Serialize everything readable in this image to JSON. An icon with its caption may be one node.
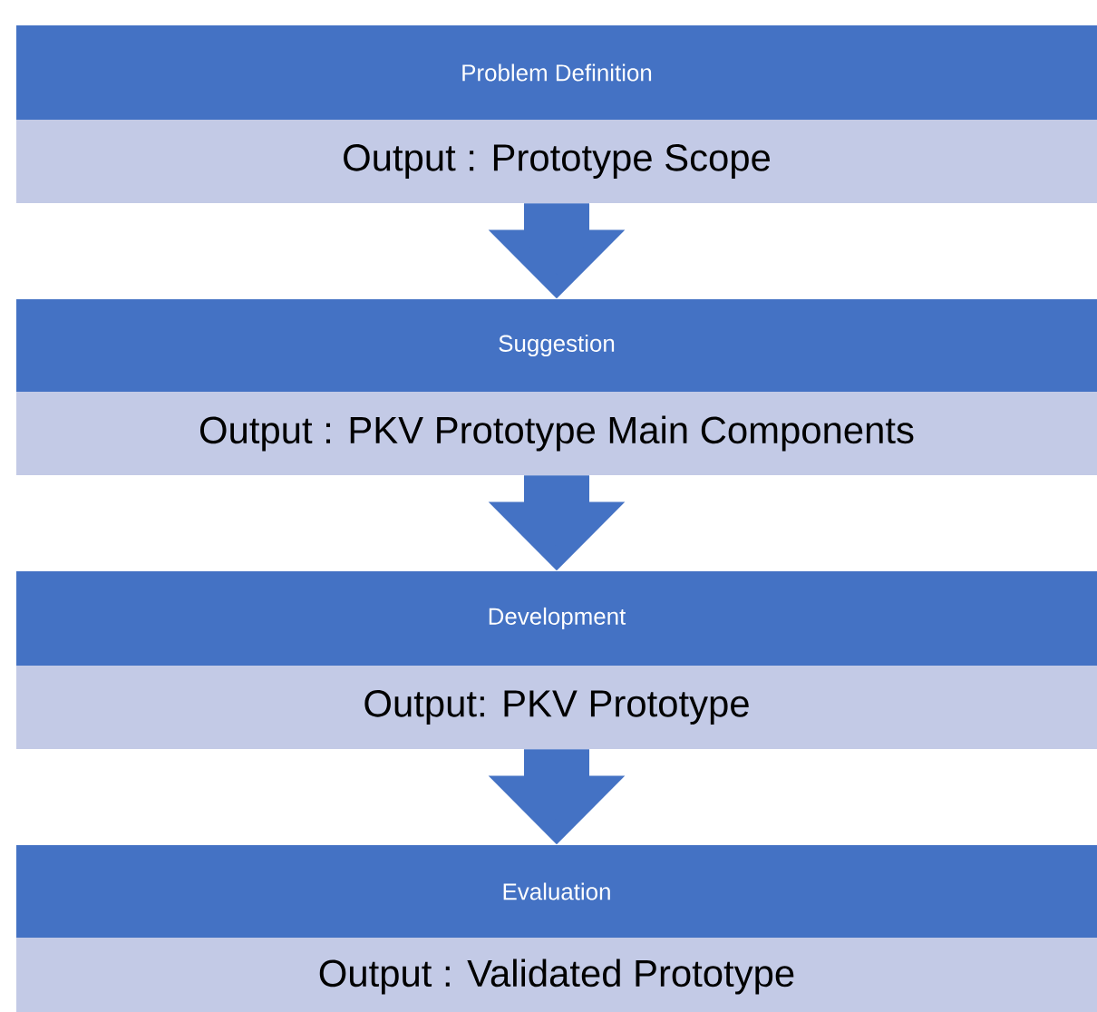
{
  "diagram": {
    "nodes": [
      {
        "text": [
          "Problem Definition"
        ]
      },
      {
        "text": [
          "Output : Prototype Scope"
        ]
      },
      {
        "text": [
          "Suggestion"
        ]
      },
      {
        "text": [
          "Output : PKV Prototype Main Components"
        ]
      },
      {
        "text": [
          "Development"
        ]
      },
      {
        "text": [
          "Output: PKV Prototype"
        ]
      },
      {
        "text": [
          "Evaluation"
        ]
      },
      {
        "text": [
          "Output : Validated Prototype"
        ]
      }
    ],
    "edges": [
      {
        "from": 1,
        "to": 2,
        "arrow": "to"
      },
      {
        "from": 3,
        "to": 4,
        "arrow": "to"
      },
      {
        "from": 5,
        "to": 6,
        "arrow": "to"
      }
    ]
  }
}
